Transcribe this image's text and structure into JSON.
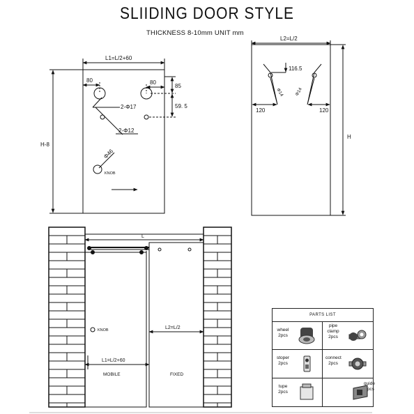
{
  "title": "SLIIDING  DOOR STYLE",
  "subtitle": "THICKNESS 8-10mm UNIT mm",
  "left_panel": {
    "dim_top": "L1=L/2+60",
    "dim_80_left": "80",
    "dim_80_right": "80",
    "dim_85": "85",
    "dim_59_5": "59. 5",
    "hole_2_phi17": "2-Φ17",
    "hole_2_phi12": "2-Φ12",
    "knob_phi46": "Φ46",
    "knob_label": "KNOB",
    "height_label": "H-8"
  },
  "right_panel": {
    "dim_top": "L2=L/2",
    "dim_116_5": "116.5",
    "phi14_left": "Φ14",
    "phi14_right": "Φ14",
    "dim_120_left": "120",
    "dim_120_right": "120",
    "height_label": "H"
  },
  "assembly": {
    "dim_L": "L",
    "knob_label": "KNOB",
    "dim_l2": "L2=L/2",
    "dim_l1": "L1=L/2+60",
    "mobile_label": "MOBILE",
    "fixed_label": "FIXED"
  },
  "parts_list": {
    "title": "PARTS LIST",
    "items": [
      {
        "name": "wheel",
        "qty": "2pcs",
        "icon": "wheel-icon"
      },
      {
        "name": "pipe clamp",
        "qty": "2pcs",
        "icon": "pipe-clamp-icon"
      },
      {
        "name": "stoper",
        "qty": "2pcs",
        "icon": "stopper-icon"
      },
      {
        "name": "connect",
        "qty": "2pcs",
        "icon": "connector-icon"
      },
      {
        "name": "tupe",
        "qty": "2pcs",
        "icon": "tube-icon"
      },
      {
        "name": "guide",
        "qty": "1pcs",
        "icon": "guide-icon"
      }
    ]
  }
}
